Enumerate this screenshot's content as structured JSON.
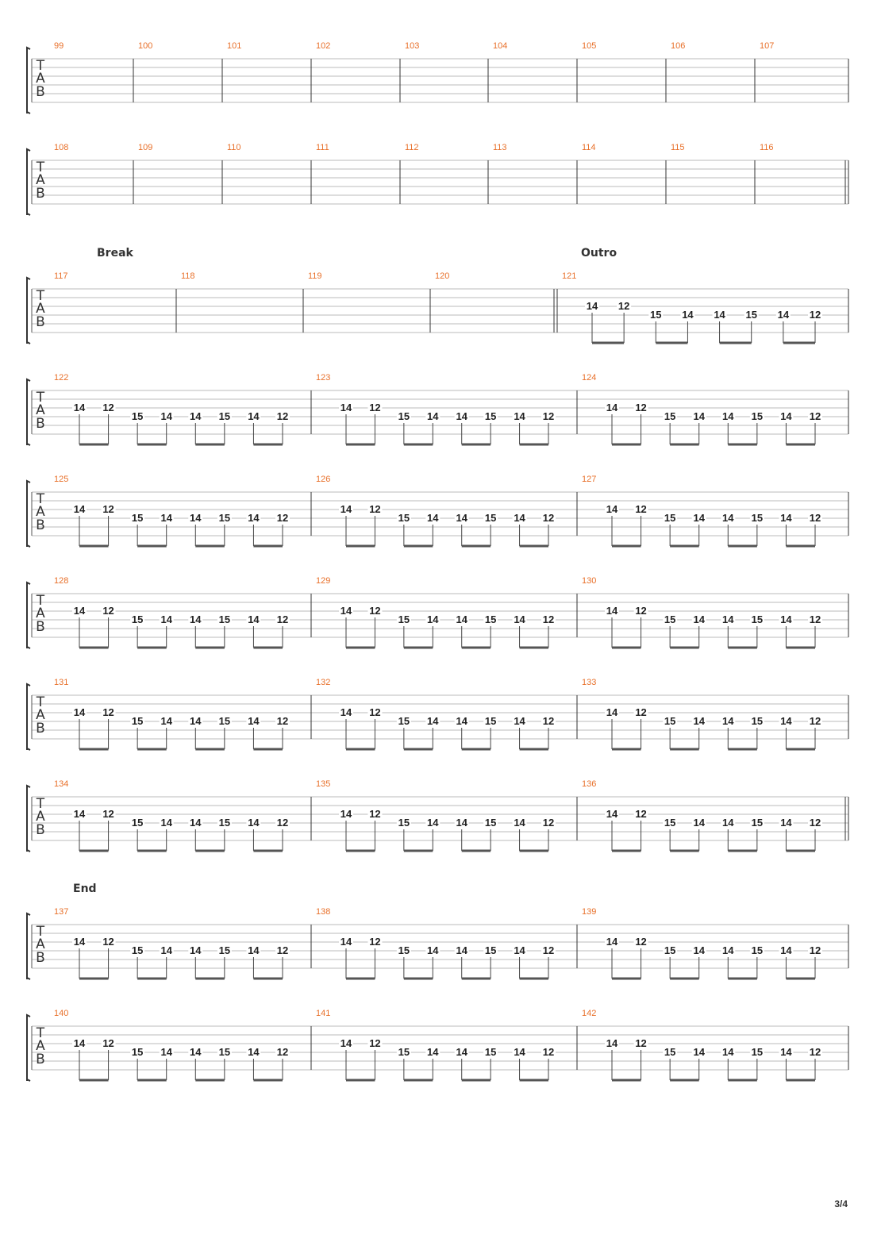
{
  "page_number": "3/4",
  "tab_clef": [
    "T",
    "A",
    "B"
  ],
  "riff_frets": [
    "14",
    "12",
    "15",
    "14",
    "14",
    "15",
    "14",
    "12"
  ],
  "colors": {
    "measure_number": "#e8702a",
    "staff_line": "#bbbbbb",
    "text": "#222222"
  },
  "systems": [
    {
      "section": "",
      "measures": [
        {
          "number": "99",
          "notes": false
        },
        {
          "number": "100",
          "notes": false
        },
        {
          "number": "101",
          "notes": false
        },
        {
          "number": "102",
          "notes": false
        },
        {
          "number": "103",
          "notes": false
        },
        {
          "number": "104",
          "notes": false
        },
        {
          "number": "105",
          "notes": false
        },
        {
          "number": "106",
          "notes": false
        },
        {
          "number": "107",
          "notes": false
        }
      ],
      "end_barline": "single"
    },
    {
      "section": "",
      "measures": [
        {
          "number": "108",
          "notes": false
        },
        {
          "number": "109",
          "notes": false
        },
        {
          "number": "110",
          "notes": false
        },
        {
          "number": "111",
          "notes": false
        },
        {
          "number": "112",
          "notes": false
        },
        {
          "number": "113",
          "notes": false
        },
        {
          "number": "114",
          "notes": false
        },
        {
          "number": "115",
          "notes": false
        },
        {
          "number": "116",
          "notes": false
        }
      ],
      "end_barline": "double"
    },
    {
      "section": "",
      "measures": [
        {
          "number": "117",
          "notes": false,
          "section": "Break"
        },
        {
          "number": "118",
          "notes": false
        },
        {
          "number": "119",
          "notes": false
        },
        {
          "number": "120",
          "notes": false
        },
        {
          "number": "121",
          "notes": true,
          "section": "Outro",
          "double_bar_before": true
        }
      ],
      "end_barline": "single"
    },
    {
      "section": "",
      "measures": [
        {
          "number": "122",
          "notes": true
        },
        {
          "number": "123",
          "notes": true
        },
        {
          "number": "124",
          "notes": true
        }
      ],
      "end_barline": "single"
    },
    {
      "section": "",
      "measures": [
        {
          "number": "125",
          "notes": true
        },
        {
          "number": "126",
          "notes": true
        },
        {
          "number": "127",
          "notes": true
        }
      ],
      "end_barline": "single"
    },
    {
      "section": "",
      "measures": [
        {
          "number": "128",
          "notes": true
        },
        {
          "number": "129",
          "notes": true
        },
        {
          "number": "130",
          "notes": true
        }
      ],
      "end_barline": "single"
    },
    {
      "section": "",
      "measures": [
        {
          "number": "131",
          "notes": true
        },
        {
          "number": "132",
          "notes": true
        },
        {
          "number": "133",
          "notes": true
        }
      ],
      "end_barline": "single"
    },
    {
      "section": "",
      "measures": [
        {
          "number": "134",
          "notes": true
        },
        {
          "number": "135",
          "notes": true
        },
        {
          "number": "136",
          "notes": true
        }
      ],
      "end_barline": "double"
    },
    {
      "section": "",
      "measures": [
        {
          "number": "137",
          "notes": true,
          "section": "End"
        },
        {
          "number": "138",
          "notes": true
        },
        {
          "number": "139",
          "notes": true
        }
      ],
      "end_barline": "single"
    },
    {
      "section": "",
      "measures": [
        {
          "number": "140",
          "notes": true
        },
        {
          "number": "141",
          "notes": true
        },
        {
          "number": "142",
          "notes": true
        }
      ],
      "end_barline": "single"
    }
  ]
}
